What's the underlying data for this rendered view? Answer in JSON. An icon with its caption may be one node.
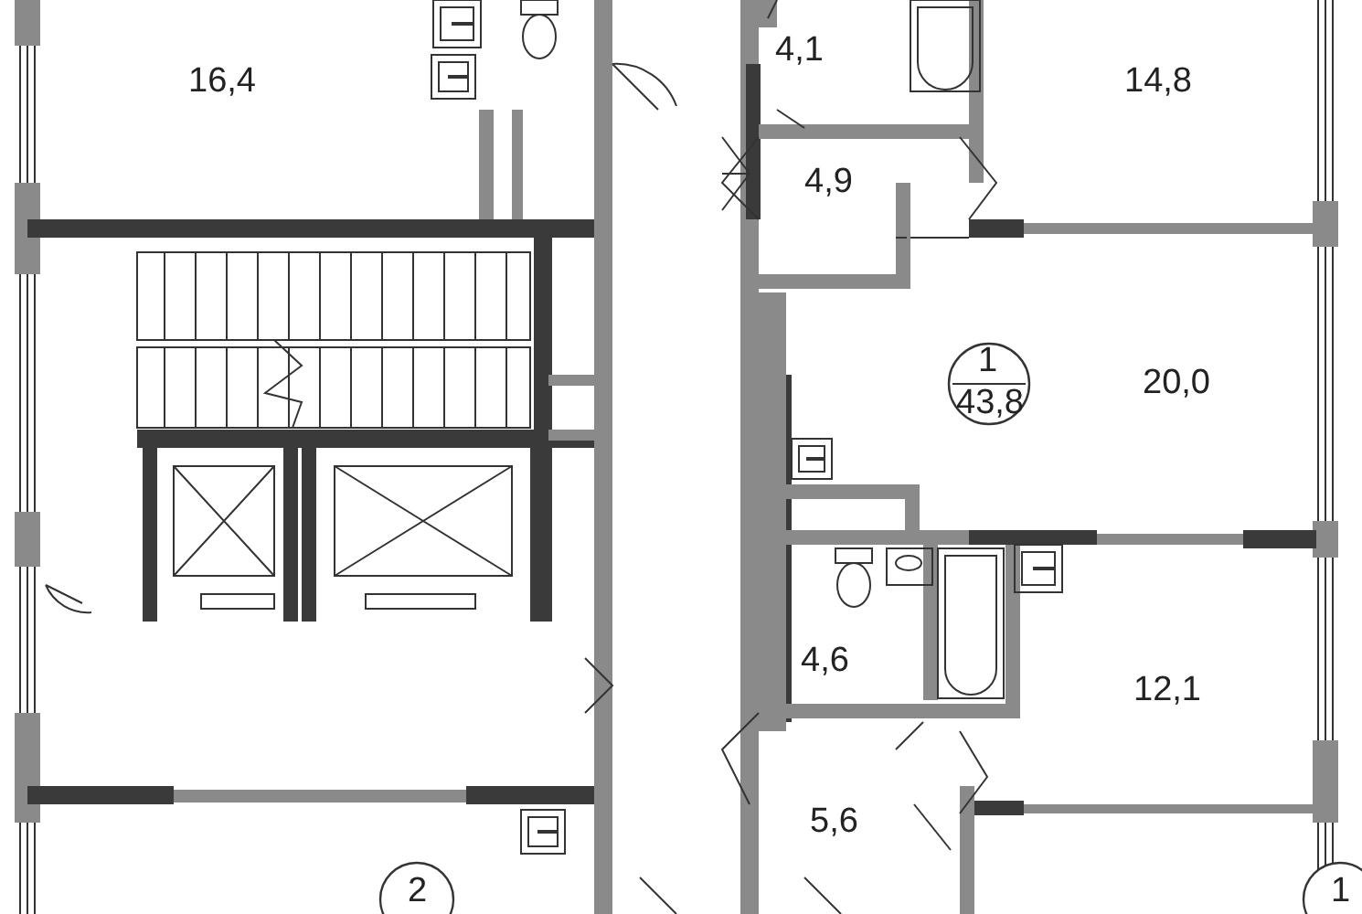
{
  "diagram": {
    "labels": [
      "16,4",
      "4,1",
      "14,8",
      "4,9",
      "1",
      "43,8",
      "20,0",
      "4,6",
      "12,1",
      "5,6",
      "2",
      "1"
    ]
  }
}
